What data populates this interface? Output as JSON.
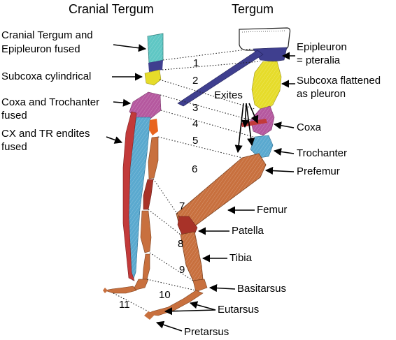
{
  "headers": {
    "cranial": "Cranial Tergum",
    "tergum": "Tergum"
  },
  "labels_left": {
    "cranial_fused_1": "Cranial Tergum and",
    "cranial_fused_2": "Epipleuron fused",
    "subcoxa_cyl": "Subcoxa cylindrical",
    "coxa_troch_1": "Coxa and Trochanter",
    "coxa_troch_2": "fused",
    "endites_1": "CX and TR endites",
    "endites_2": "fused"
  },
  "labels_right": {
    "epipleuron_1": "Epipleuron",
    "epipleuron_2": "= pteralia",
    "subcoxa_flat_1": "Subcoxa flattened",
    "subcoxa_flat_2": "as pleuron",
    "exites": "Exites",
    "coxa": "Coxa",
    "trochanter": "Trochanter",
    "prefemur": "Prefemur",
    "femur": "Femur",
    "patella": "Patella",
    "tibia": "Tibia",
    "basitarsus": "Basitarsus",
    "eutarsus": "Eutarsus",
    "pretarsus": "Pretarsus"
  },
  "segment_numbers": [
    "1",
    "2",
    "3",
    "4",
    "5",
    "6",
    "7",
    "8",
    "9",
    "10",
    "11"
  ],
  "colors": {
    "tergum_cyan": "#5fc7c4",
    "epipleuron_navy": "#3f3f8f",
    "subcoxa_yellow": "#e6dc2a",
    "coxa_magenta": "#b5589f",
    "exite_red": "#c23a3a",
    "trochanter_blue": "#5aa9cf",
    "leg_orange": "#c8703e",
    "endite_orange": "#e8641e"
  }
}
